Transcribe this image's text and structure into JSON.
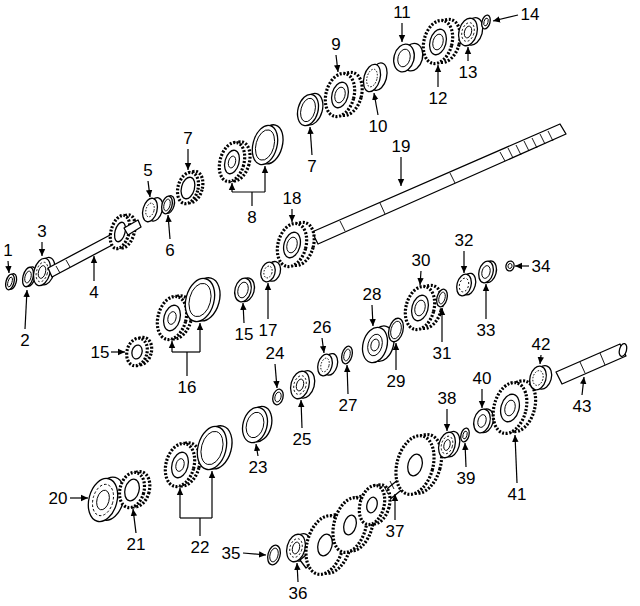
{
  "diagram": {
    "labels": [
      "1",
      "2",
      "3",
      "4",
      "5",
      "6",
      "7",
      "8",
      "9",
      "10",
      "11",
      "12",
      "13",
      "14",
      "7",
      "15",
      "15",
      "16",
      "17",
      "18",
      "19",
      "20",
      "21",
      "22",
      "23",
      "24",
      "25",
      "26",
      "27",
      "28",
      "29",
      "30",
      "31",
      "32",
      "33",
      "34",
      "35",
      "36",
      "37",
      "38",
      "39",
      "40",
      "41",
      "42",
      "43"
    ]
  }
}
